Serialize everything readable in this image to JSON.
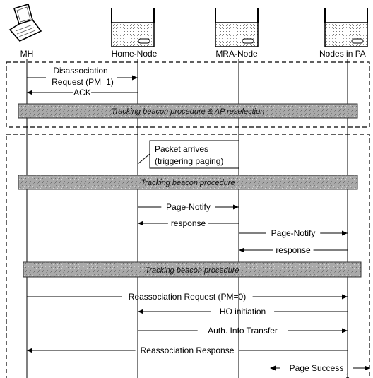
{
  "entities": [
    {
      "id": "mh",
      "label": "MH"
    },
    {
      "id": "home",
      "label": "Home-Node"
    },
    {
      "id": "mra",
      "label": "MRA-Node"
    },
    {
      "id": "pa",
      "label": "Nodes in PA"
    }
  ],
  "messages": [
    {
      "id": "disassoc",
      "label": "Disassociation\nRequest (PM=1)",
      "from": "mh",
      "to": "home"
    },
    {
      "id": "ack",
      "label": "ACK",
      "from": "home",
      "to": "mh"
    },
    {
      "id": "page-notify-1",
      "label": "Page-Notify",
      "from": "home",
      "to": "mra"
    },
    {
      "id": "response-1",
      "label": "response",
      "from": "mra",
      "to": "home"
    },
    {
      "id": "page-notify-2",
      "label": "Page-Notify",
      "from": "mra",
      "to": "pa"
    },
    {
      "id": "response-2",
      "label": "response",
      "from": "pa",
      "to": "mra"
    },
    {
      "id": "reassoc-request",
      "label": "Reassociation Request (PM=0)",
      "from": "mh",
      "to": "pa"
    },
    {
      "id": "ho-initiation",
      "label": "HO initiation",
      "from": "pa",
      "to": "home"
    },
    {
      "id": "auth-transfer",
      "label": "Auth. Info Transfer",
      "from": "home",
      "to": "pa"
    },
    {
      "id": "reassoc-response",
      "label": "Reassociation Response",
      "from": "pa",
      "to": "mh"
    },
    {
      "id": "page-success",
      "label": "Page Success",
      "from": "pa",
      "to": "edge"
    }
  ],
  "procedures": [
    {
      "id": "tracking-reselection",
      "label": "Tracking beacon procedure & AP reselection"
    },
    {
      "id": "tracking-1",
      "label": "Tracking beacon procedure"
    },
    {
      "id": "tracking-2",
      "label": "Tracking beacon procedure"
    }
  ],
  "notes": {
    "packet_arrives": "Packet arrives\n(triggering paging)",
    "page_number": "1"
  }
}
